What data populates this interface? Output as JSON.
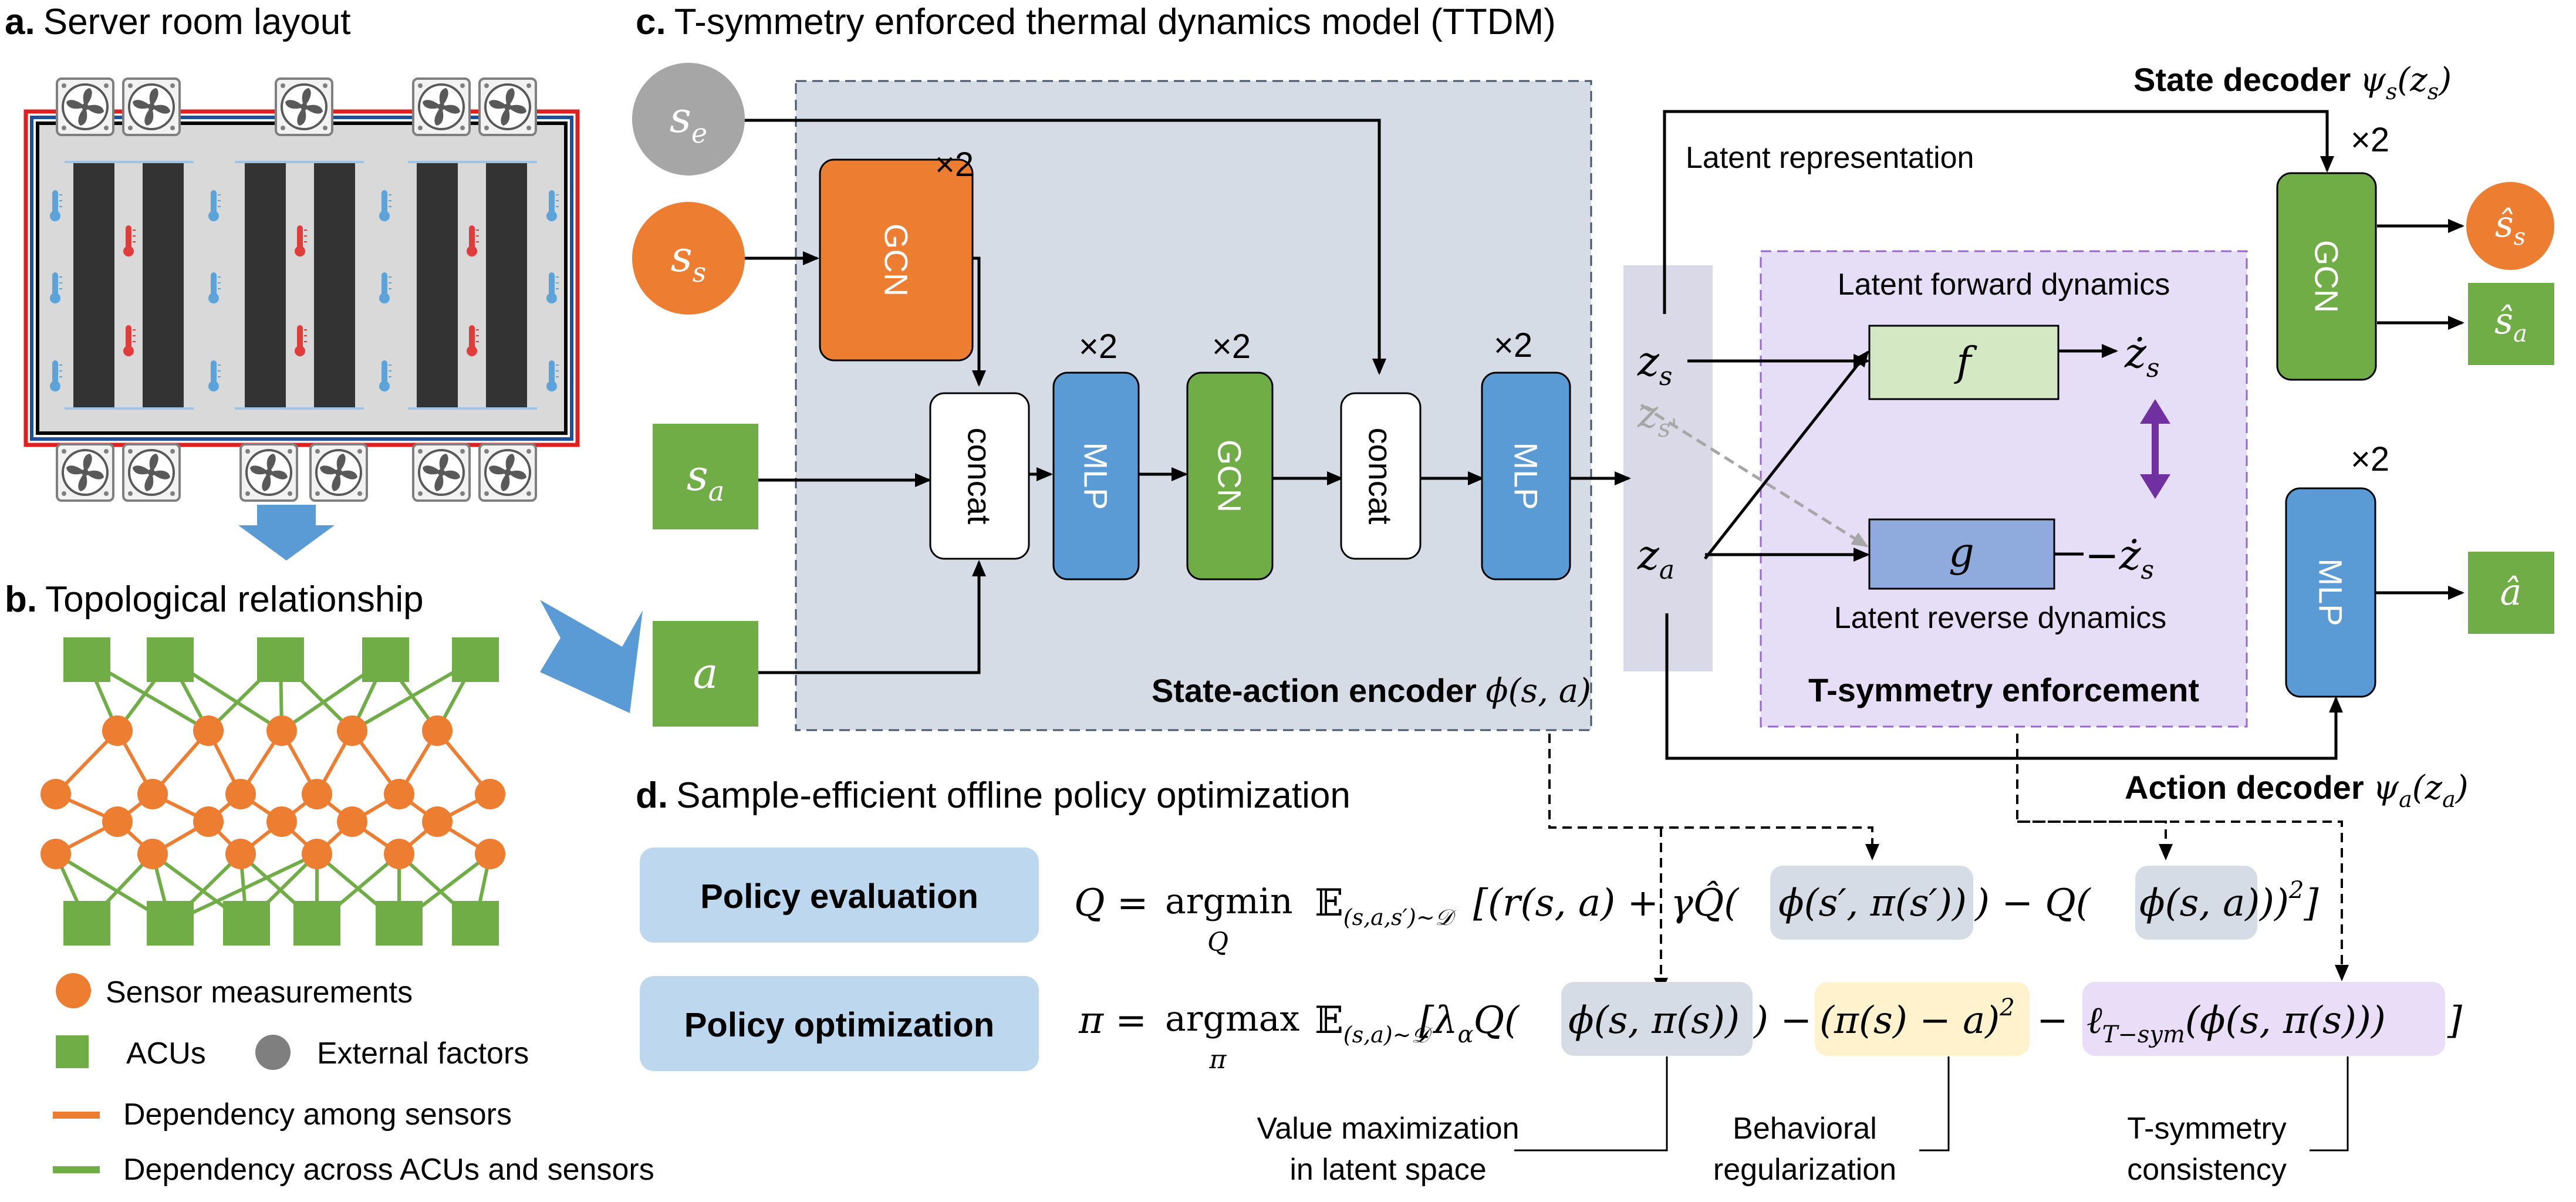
{
  "panel_a": {
    "letter": "a.",
    "title": "Server room layout"
  },
  "panel_b": {
    "letter": "b.",
    "title": "Topological relationship",
    "legend": [
      {
        "label": "Sensor measurements"
      },
      {
        "label": "ACUs"
      },
      {
        "label": "External factors"
      },
      {
        "label": "Dependency among sensors"
      },
      {
        "label": "Dependency across ACUs and sensors"
      }
    ]
  },
  "panel_c": {
    "letter": "c.",
    "title": "T-symmetry enforced thermal dynamics model (TTDM)",
    "inputs": {
      "se": "s",
      "se_sub": "e",
      "ss": "s",
      "ss_sub": "s",
      "sa": "s",
      "sa_sub": "a",
      "a": "a"
    },
    "blocks": {
      "gcn": "GCN",
      "mlp": "MLP",
      "concat": "concat",
      "times2": "×2"
    },
    "encoder_label": "State-action encoder ",
    "encoder_sym": "ϕ(s, a)",
    "latent_representation": "Latent representation",
    "latent_forward": "Latent forward dynamics",
    "latent_reverse": "Latent reverse dynamics",
    "tsym_label": "T-symmetry enforcement",
    "f": "f",
    "g": "g",
    "zs": "z",
    "zs_sub": "s",
    "za": "z",
    "za_sub": "a",
    "zsp": "z",
    "zsp_sub": "s'",
    "zdot": "ż",
    "zdot_sub": "s",
    "neg_zdot": "−ż",
    "neg_zdot_sub": "s",
    "state_decoder": "State decoder ",
    "state_decoder_sym": "ψ",
    "state_decoder_sub": "s",
    "state_decoder_arg": "(z",
    "state_decoder_arg_sub": "s",
    "state_decoder_close": ")",
    "action_decoder": "Action decoder ",
    "action_decoder_sym": "ψ",
    "action_decoder_sub": "a",
    "action_decoder_arg": "(z",
    "action_decoder_arg_sub": "a",
    "action_decoder_close": ")",
    "out_ss": "ŝ",
    "out_ss_sub": "s",
    "out_sa": "ŝ",
    "out_sa_sub": "a",
    "out_a": "â"
  },
  "panel_d": {
    "letter": "d.",
    "title": "Sample-efficient offline policy optimization",
    "policy_evaluation": "Policy evaluation",
    "policy_optimization": "Policy optimization",
    "eq1": {
      "lhs": "Q = ",
      "op": "argmin",
      "op_sub": "Q",
      "E": "𝔼",
      "E_sub": "(s,a,s′)∼𝒟",
      "p1": "[(r(s, a) + γ",
      "qhat": "Q̂",
      "p2": "(",
      "h1": "ϕ(s′, π(s′))",
      "p3": ") − Q(",
      "h2": "ϕ(s, a)",
      "p4": "))",
      "sq": "2",
      "p5": "]"
    },
    "eq2": {
      "lhs": "π = ",
      "op": "argmax",
      "op_sub": "π",
      "E": "𝔼",
      "E_sub": "(s,a)∼𝒟",
      "p1": "[λ",
      "lam_sub": "α",
      "p2": "Q(",
      "h1": "ϕ(s, π(s))",
      "p3": ") − ",
      "h2": "(π(s) − a)",
      "sq": "2",
      "p4": " − ",
      "h3": "ℓ",
      "h3_sub": "T−sym",
      "h3b": "(ϕ(s, π(s)))",
      "p5": "]"
    },
    "notes": [
      {
        "l1": "Value maximization",
        "l2": "in latent space"
      },
      {
        "l1": "Behavioral",
        "l2": "regularization"
      },
      {
        "l1": "T-symmetry",
        "l2": "consistency"
      }
    ]
  },
  "colors": {
    "orange": "#ED7D31",
    "green": "#70AD47",
    "blue": "#5B9BD5",
    "gray": "#A6A6A6",
    "encoder_bg": "#D6DCE5",
    "latent_bg": "#D9D9E8",
    "tsym_bg": "#E6DDF7",
    "f_box": "#D5E8C4",
    "g_box": "#8FAADC",
    "purple_arrow": "#7030A0",
    "policy_box": "#BDD7EE",
    "hl_gray": "#D6DCE5",
    "hl_yellow": "#FFF2CC",
    "hl_purple": "#E9DDF7"
  }
}
